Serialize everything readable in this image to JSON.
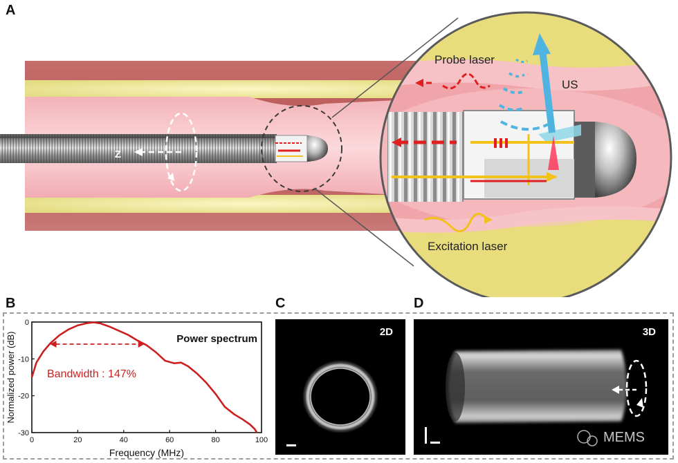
{
  "panels": {
    "a": "A",
    "b": "B",
    "c": "C",
    "d": "D"
  },
  "illustration": {
    "probe_laser": "Probe laser",
    "us": "US",
    "z_axis": "Z",
    "excitation_laser": "Excitation laser"
  },
  "spectrum": {
    "title": "Power spectrum",
    "bandwidth": "Bandwidth : 147%",
    "xlabel": "Frequency (MHz)",
    "ylabel": "Normalized power (dB)"
  },
  "chart_data": {
    "type": "line",
    "title": "Power spectrum",
    "xlabel": "Frequency (MHz)",
    "ylabel": "Normalized power (dB)",
    "xlim": [
      0,
      100
    ],
    "ylim": [
      -30,
      0
    ],
    "xticks": [
      0,
      20,
      40,
      60,
      80,
      100
    ],
    "yticks": [
      0,
      -10,
      -20,
      -30
    ],
    "annotation": "Bandwidth : 147%",
    "bandwidth_range_mhz": [
      8,
      49
    ],
    "bandwidth_level_db": -6,
    "series": [
      {
        "color": "#cc1f1f",
        "x": [
          0,
          2,
          5,
          8,
          12,
          16,
          20,
          24,
          27,
          30,
          34,
          38,
          42,
          46,
          50,
          54,
          58,
          62,
          65,
          68,
          72,
          76,
          80,
          84,
          88,
          92,
          95,
          97,
          98
        ],
        "y": [
          -15,
          -11,
          -8,
          -5.8,
          -3.6,
          -2,
          -0.9,
          -0.3,
          -0.1,
          -0.4,
          -1.3,
          -2.4,
          -3.5,
          -5,
          -6.3,
          -8.2,
          -10.5,
          -11.2,
          -11.0,
          -12,
          -14,
          -16.5,
          -19.5,
          -23,
          -25,
          -26.5,
          -27.8,
          -29,
          -30
        ]
      }
    ]
  },
  "image_2d": {
    "label": "2D"
  },
  "image_3d": {
    "label": "3D"
  },
  "watermark": {
    "text": "MEMS"
  }
}
